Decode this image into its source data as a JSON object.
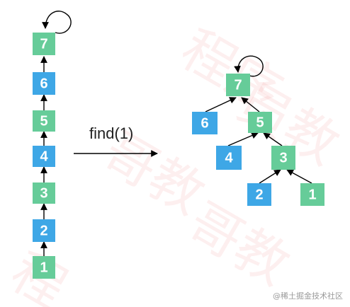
{
  "colors": {
    "green": "#66cc99",
    "blue": "#3ea7e6",
    "edge": "#000000"
  },
  "left_chain": {
    "nodes": [
      {
        "label": "7",
        "color": "green"
      },
      {
        "label": "6",
        "color": "blue"
      },
      {
        "label": "5",
        "color": "green"
      },
      {
        "label": "4",
        "color": "blue"
      },
      {
        "label": "3",
        "color": "green"
      },
      {
        "label": "2",
        "color": "blue"
      },
      {
        "label": "1",
        "color": "green"
      }
    ]
  },
  "operation": {
    "label": "find(1)"
  },
  "right_tree": {
    "nodes": [
      {
        "label": "7",
        "color": "green"
      },
      {
        "label": "6",
        "color": "blue"
      },
      {
        "label": "5",
        "color": "green"
      },
      {
        "label": "4",
        "color": "blue"
      },
      {
        "label": "3",
        "color": "green"
      },
      {
        "label": "2",
        "color": "blue"
      },
      {
        "label": "1",
        "color": "green"
      }
    ]
  },
  "credit": "@稀土掘金技术社区"
}
